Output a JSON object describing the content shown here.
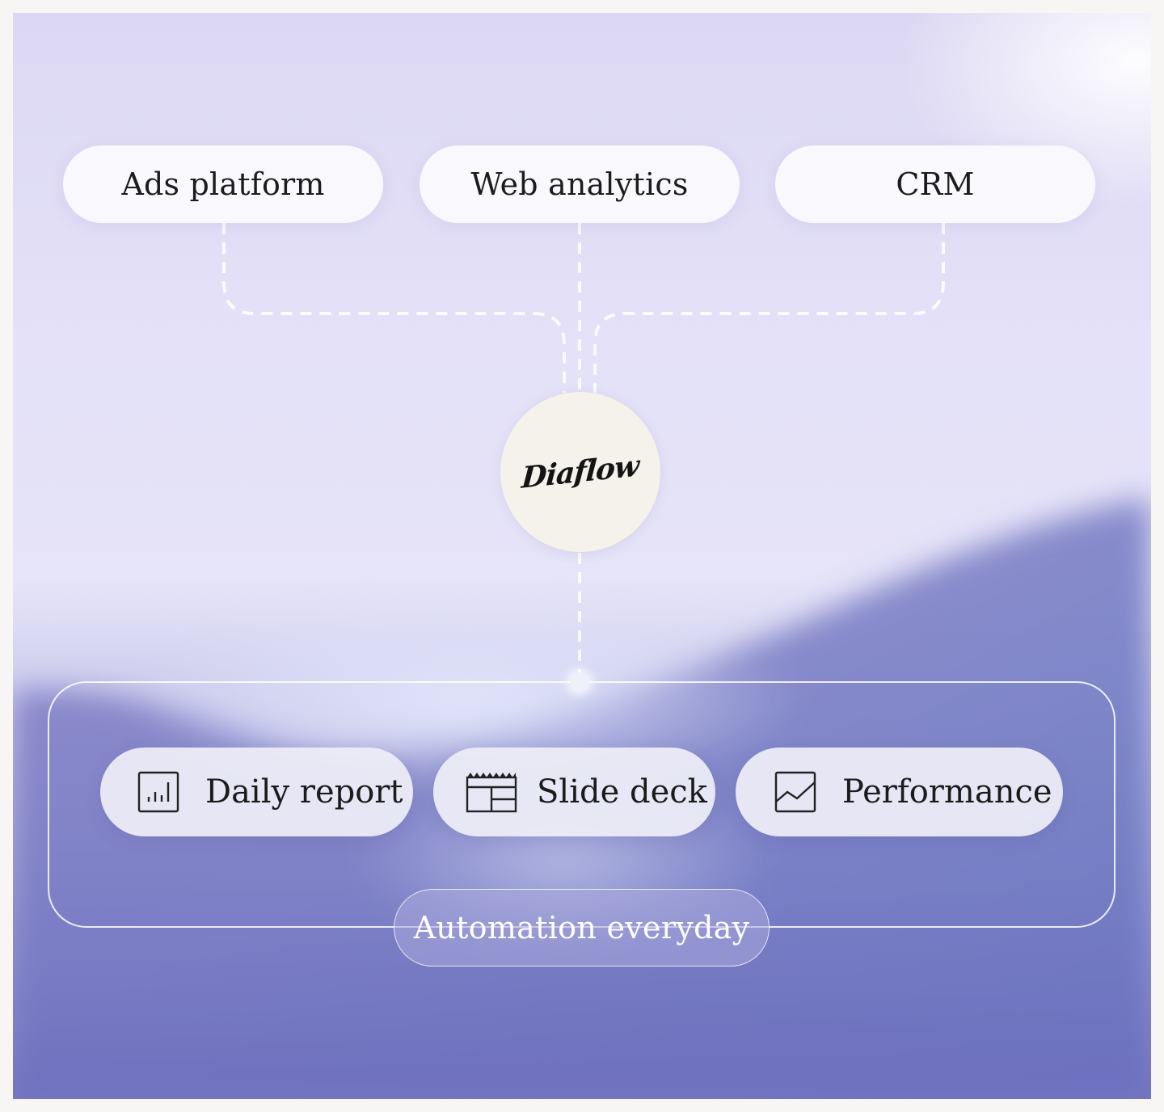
{
  "sources": [
    {
      "label": "Ads platform"
    },
    {
      "label": "Web analytics"
    },
    {
      "label": "CRM"
    }
  ],
  "hub": {
    "label": "Diaflow"
  },
  "outputs": [
    {
      "label": "Daily report",
      "icon": "bar-chart-icon"
    },
    {
      "label": "Slide deck",
      "icon": "slide-deck-icon"
    },
    {
      "label": "Performance",
      "icon": "line-chart-icon"
    }
  ],
  "group": {
    "label": "Automation everyday"
  },
  "colors": {
    "background_light": "#e4e1f8",
    "background_dark": "#6f6fc0",
    "hub": "#f4f2ea",
    "connector": "#ffffff"
  }
}
